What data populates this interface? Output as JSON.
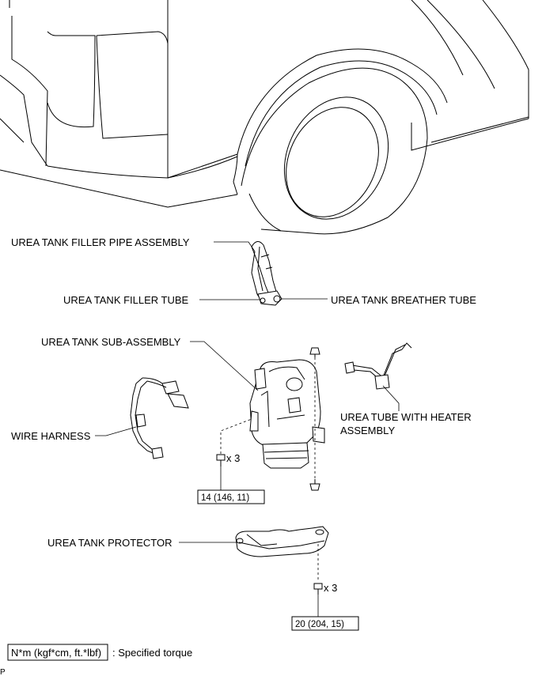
{
  "labels": {
    "filler_pipe": "UREA TANK FILLER PIPE ASSEMBLY",
    "filler_tube": "UREA TANK FILLER TUBE",
    "breather_tube": "UREA TANK BREATHER TUBE",
    "sub_assembly": "UREA TANK SUB-ASSEMBLY",
    "wire_harness": "WIRE HARNESS",
    "tube_heater_line1": "UREA TUBE WITH HEATER",
    "tube_heater_line2": "ASSEMBLY",
    "protector": "UREA TANK PROTECTOR"
  },
  "torque": {
    "tank_bolts": "14 (146, 11)",
    "tank_qty": "x 3",
    "protector_bolts": "20 (204, 15)",
    "protector_qty": "x 3"
  },
  "legend": {
    "unit_box": "N*m (kgf*cm, ft.*lbf)",
    "text": ": Specified torque"
  },
  "corner_mark": "P"
}
